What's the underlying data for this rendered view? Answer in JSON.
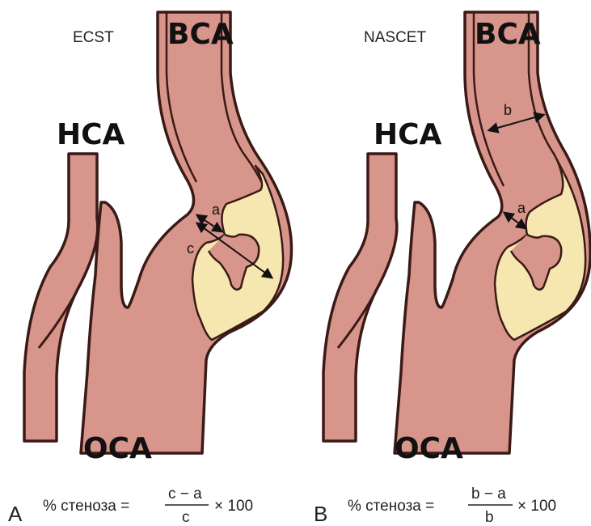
{
  "panels": [
    {
      "id": "A",
      "method": "ECST",
      "letters": {
        "a": "a",
        "c": "c"
      },
      "formula": {
        "prefix": "% стеноза =",
        "numerator": "c − a",
        "denominator": "c",
        "suffix": "× 100"
      }
    },
    {
      "id": "B",
      "method": "NASCET",
      "letters": {
        "a": "a",
        "b": "b"
      },
      "formula": {
        "prefix": "% стеноза =",
        "numerator": "b − a",
        "denominator": "b",
        "suffix": "× 100"
      }
    }
  ],
  "labels": {
    "ica": "ВСА",
    "eca": "НСА",
    "cca": "ОСА"
  },
  "colors": {
    "vessel": "#d8958b",
    "outline": "#3a1a16",
    "plaque": "#f6e7b1"
  }
}
